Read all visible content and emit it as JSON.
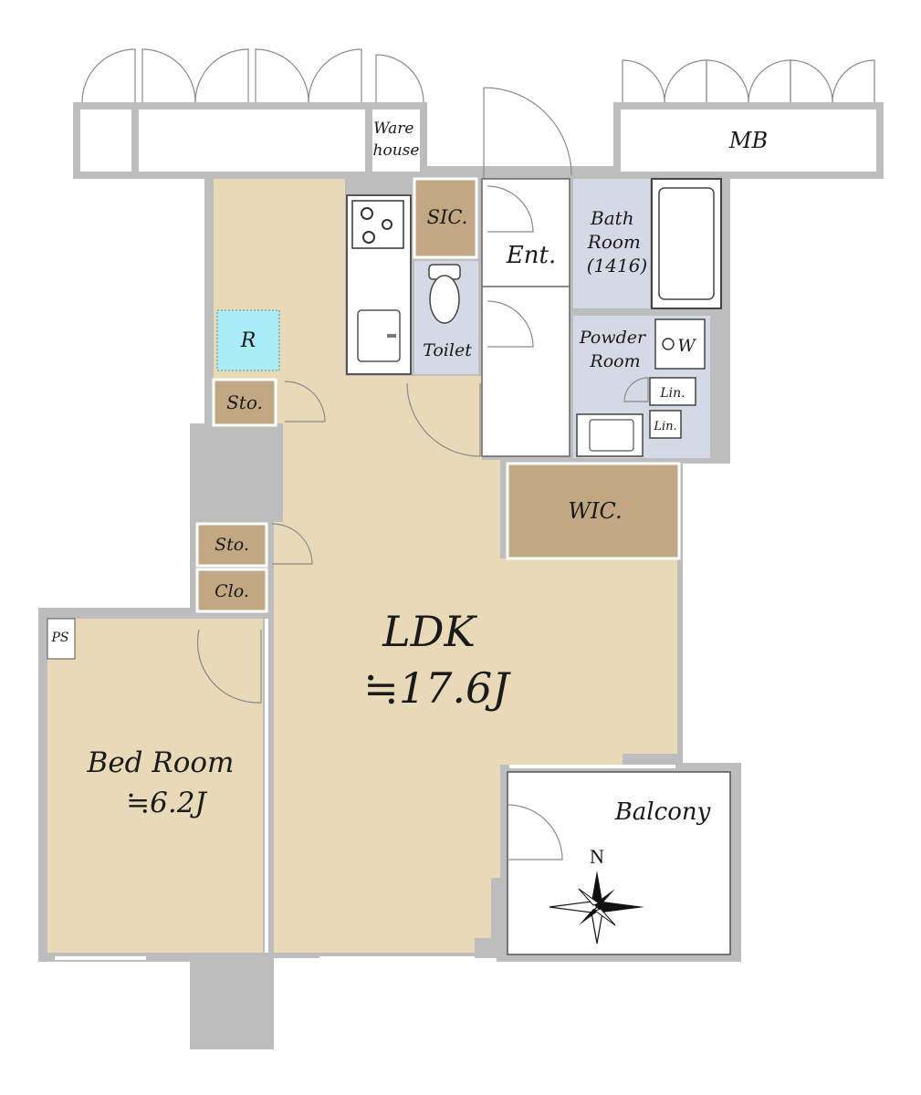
{
  "labels": {
    "warehouse": "Ware\nhouse",
    "mb": "MB",
    "sic": "SIC.",
    "ent": "Ent.",
    "bath_room": "Bath\nRoom\n(1416)",
    "toilet": "Toilet",
    "r": "R",
    "sto_top": "Sto.",
    "powder_room": "Powder\nRoom",
    "washer": "W",
    "lin_1": "Lin.",
    "lin_2": "Lin.",
    "wic": "WIC.",
    "sto_mid": "Sto.",
    "clo": "Clo.",
    "ps": "PS",
    "ldk_name": "LDK",
    "ldk_size": "≒17.6J",
    "bed_name": "Bed Room",
    "bed_size": "≒6.2J",
    "balcony": "Balcony",
    "north": "N"
  },
  "colors": {
    "floor": "#e8dab8",
    "storage": "#c2a882",
    "wet_area": "#d5d9e6",
    "fridge": "#a9ecf5",
    "wall": "#bdbdbd",
    "white": "#ffffff"
  }
}
